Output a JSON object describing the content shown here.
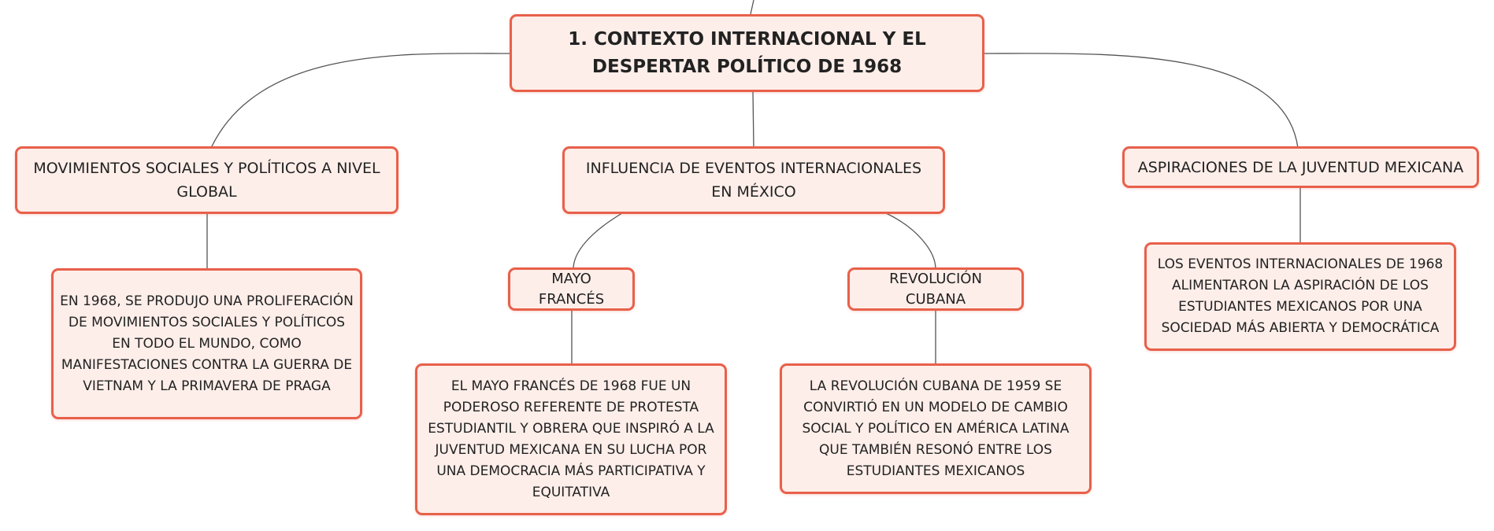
{
  "map": {
    "root": {
      "label": "1. CONTEXTO INTERNACIONAL Y EL DESPERTAR POLÍTICO DE 1968"
    },
    "branches": [
      {
        "label": "MOVIMIENTOS SOCIALES Y POLÍTICOS A NIVEL GLOBAL",
        "detail": "EN 1968, SE PRODUJO UNA PROLIFERACIÓN DE MOVIMIENTOS SOCIALES Y POLÍTICOS EN TODO EL MUNDO, COMO MANIFESTACIONES CONTRA LA GUERRA DE VIETNAM Y LA PRIMAVERA DE PRAGA"
      },
      {
        "label": "INFLUENCIA DE EVENTOS INTERNACIONALES EN MÉXICO",
        "children": [
          {
            "label": "MAYO FRANCÉS",
            "detail": "EL MAYO FRANCÉS DE 1968 FUE UN PODEROSO REFERENTE DE PROTESTA ESTUDIANTIL Y OBRERA QUE INSPIRÓ A LA JUVENTUD MEXICANA EN SU LUCHA POR UNA DEMOCRACIA MÁS PARTICIPATIVA Y EQUITATIVA"
          },
          {
            "label": "REVOLUCIÓN CUBANA",
            "detail": "LA REVOLUCIÓN CUBANA DE 1959 SE CONVIRTIÓ EN UN MODELO DE CAMBIO SOCIAL Y POLÍTICO EN AMÉRICA LATINA QUE TAMBIÉN RESONÓ ENTRE LOS ESTUDIANTES MEXICANOS"
          }
        ]
      },
      {
        "label": "ASPIRACIONES DE LA JUVENTUD MEXICANA",
        "detail": "LOS EVENTOS INTERNACIONALES DE 1968 ALIMENTARON LA ASPIRACIÓN DE LOS ESTUDIANTES MEXICANOS POR UNA SOCIEDAD MÁS ABIERTA Y DEMOCRÁTICA"
      }
    ]
  },
  "colors": {
    "node_border": "#e8604a",
    "node_fill": "#fdeee9",
    "connector": "#555555",
    "text": "#222222"
  }
}
